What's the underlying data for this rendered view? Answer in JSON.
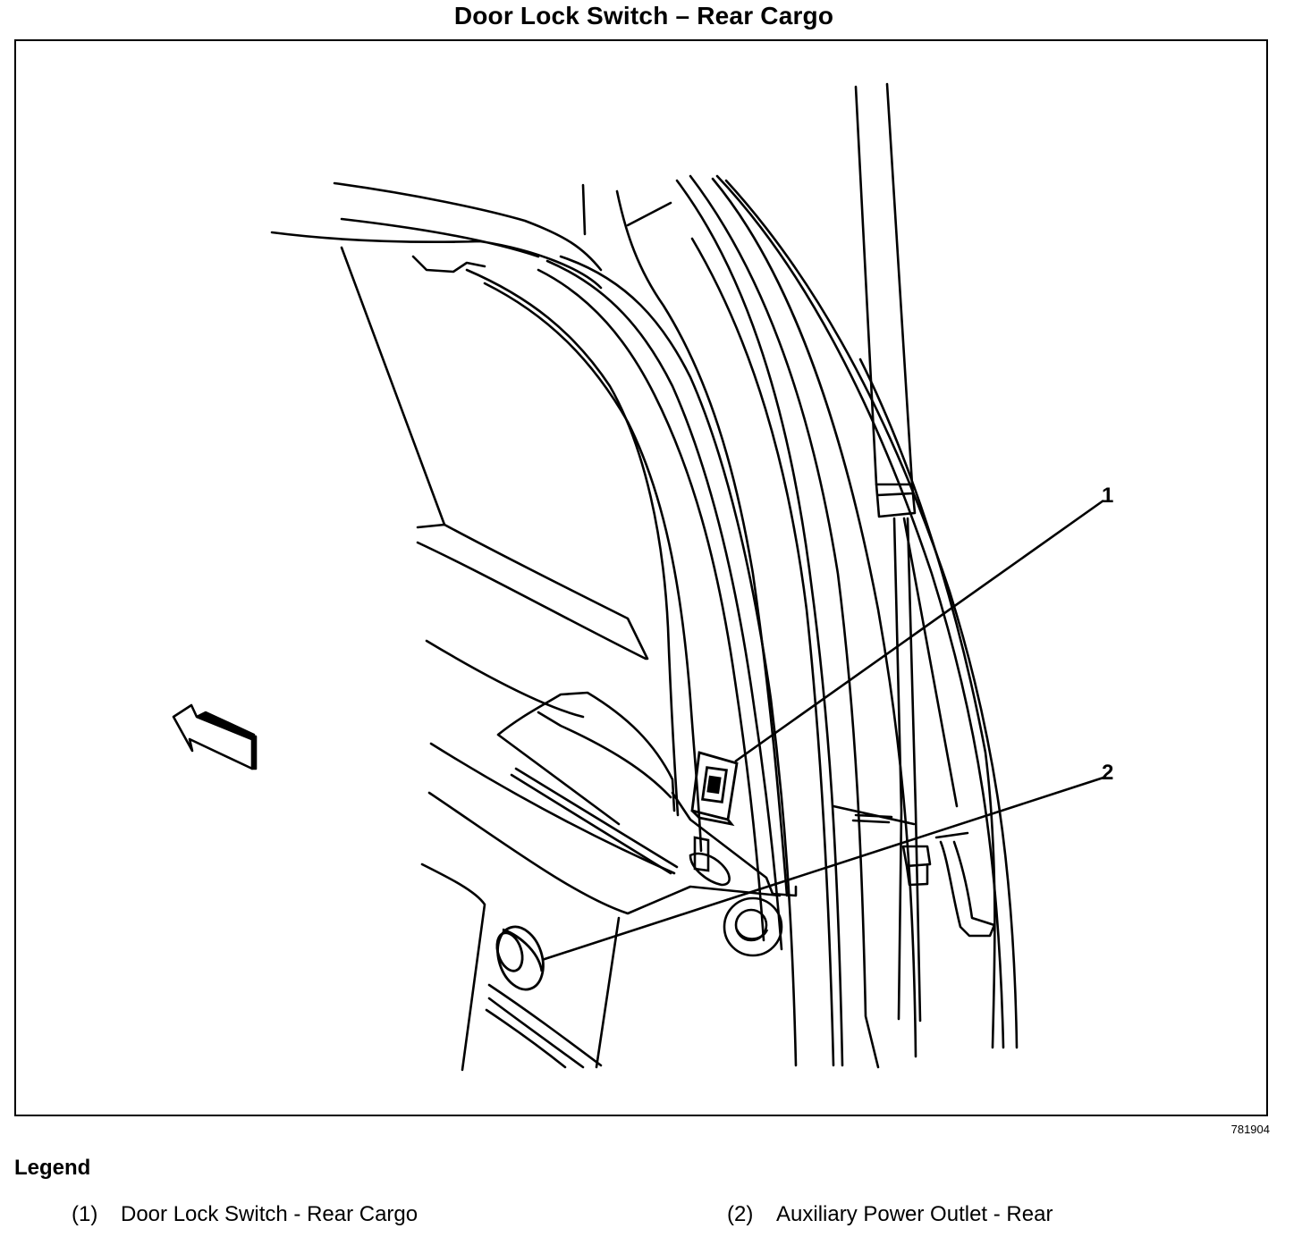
{
  "title": "Door Lock Switch – Rear Cargo",
  "figure_id": "781904",
  "callouts": [
    {
      "number": "1"
    },
    {
      "number": "2"
    }
  ],
  "legend": {
    "heading": "Legend",
    "items": [
      {
        "number": "(1)",
        "label": "Door Lock Switch - Rear Cargo"
      },
      {
        "number": "(2)",
        "label": "Auxiliary Power Outlet - Rear"
      }
    ]
  },
  "icons": {
    "direction_arrow": "forward-arrow-icon"
  }
}
